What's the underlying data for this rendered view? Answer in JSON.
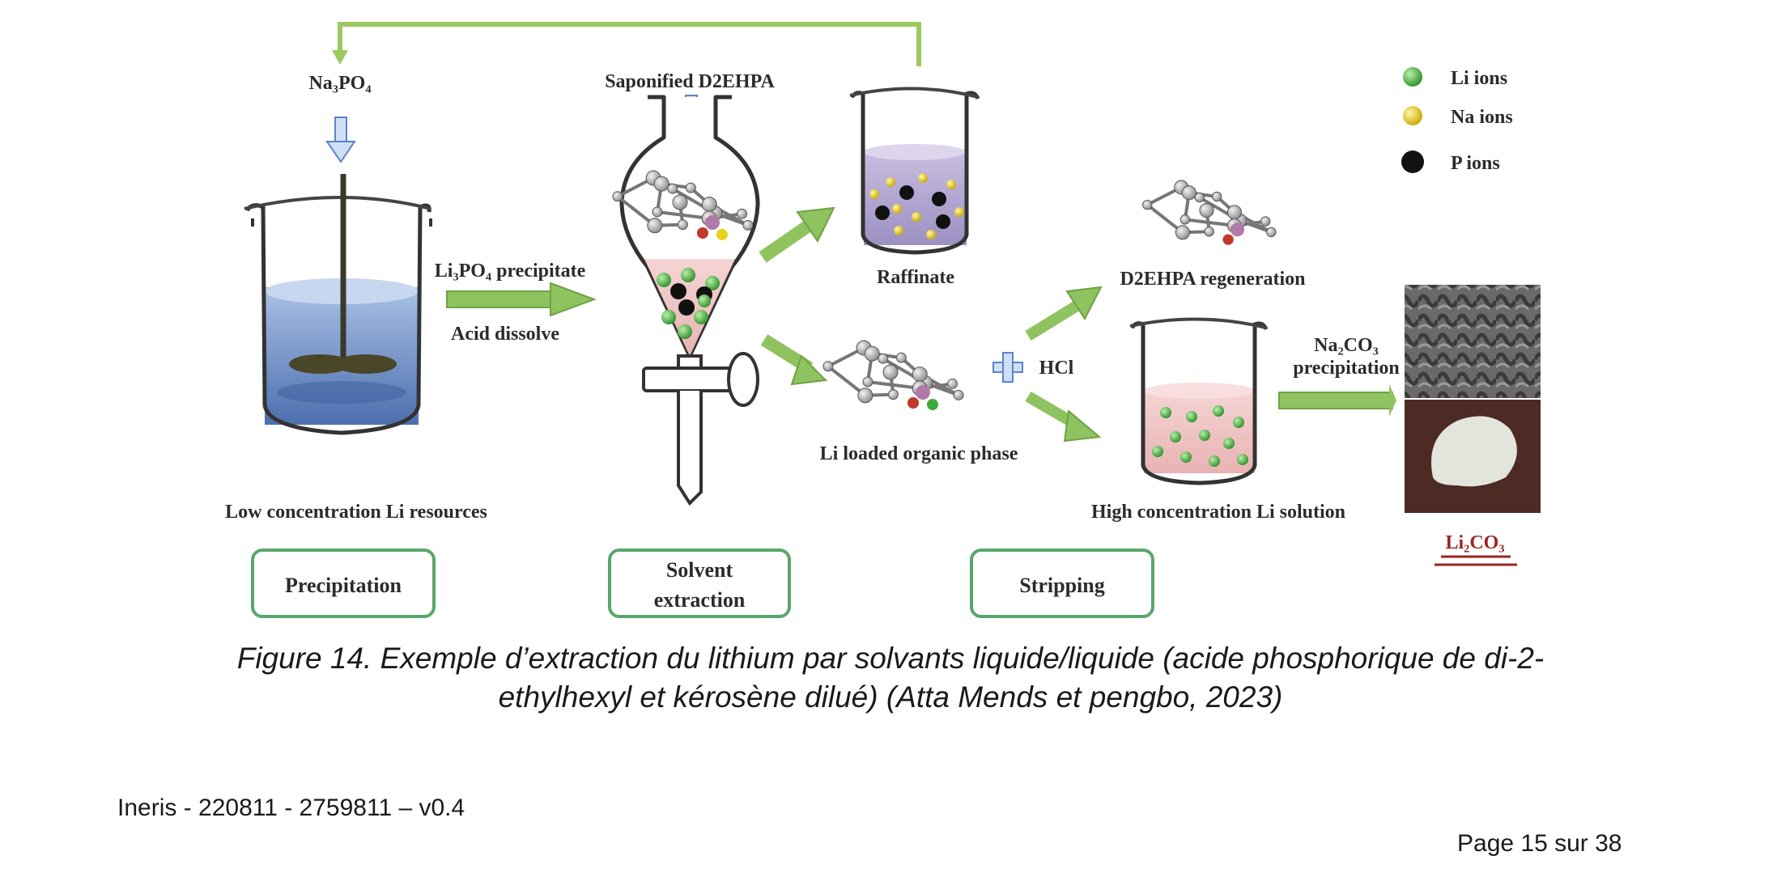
{
  "labels": {
    "na3po4": "Na₃PO₄",
    "saponified": "Saponified D2EHPA",
    "raffinate": "Raffinate",
    "li3po4": "Li₃PO₄ precipitate",
    "acid": "Acid dissolve",
    "d2ehpa_regen": "D2EHPA regeneration",
    "hcl": "HCl",
    "li_loaded": "Li loaded organic phase",
    "na2co3": "Na₂CO₃",
    "precipitation_small": "precipitation",
    "low_conc": "Low concentration Li resources",
    "high_conc": "High concentration Li solution",
    "li2co3": "Li₂CO₃"
  },
  "legend": [
    {
      "label": "Li ions",
      "color": "#3fa83a"
    },
    {
      "label": "Na ions",
      "color": "#e8d21c"
    },
    {
      "label": "P ions",
      "color": "#111111"
    }
  ],
  "stages": {
    "precipitation": "Precipitation",
    "solvent_1": "Solvent",
    "solvent_2": "extraction",
    "stripping": "Stripping"
  },
  "caption": {
    "line1": "Figure 14. Exemple d’extraction du lithium par solvants liquide/liquide (acide phosphorique de di-2-",
    "line2": "ethylhexyl et kérosène dilué) (Atta Mends et pengbo, 2023)"
  },
  "footer": {
    "doc_ref": "Ineris - 220811 - 2759811 – v0.4",
    "page": "Page 15 sur 38"
  },
  "colors": {
    "arrow_green": "#8fc35f",
    "box_border": "#5aa66a",
    "raffinate_liquid": "#b3a7d0",
    "strip_liquid": "#f0c6c6",
    "beaker_liquid": "#6e8fc7",
    "li2co3_red": "#9b2525"
  }
}
